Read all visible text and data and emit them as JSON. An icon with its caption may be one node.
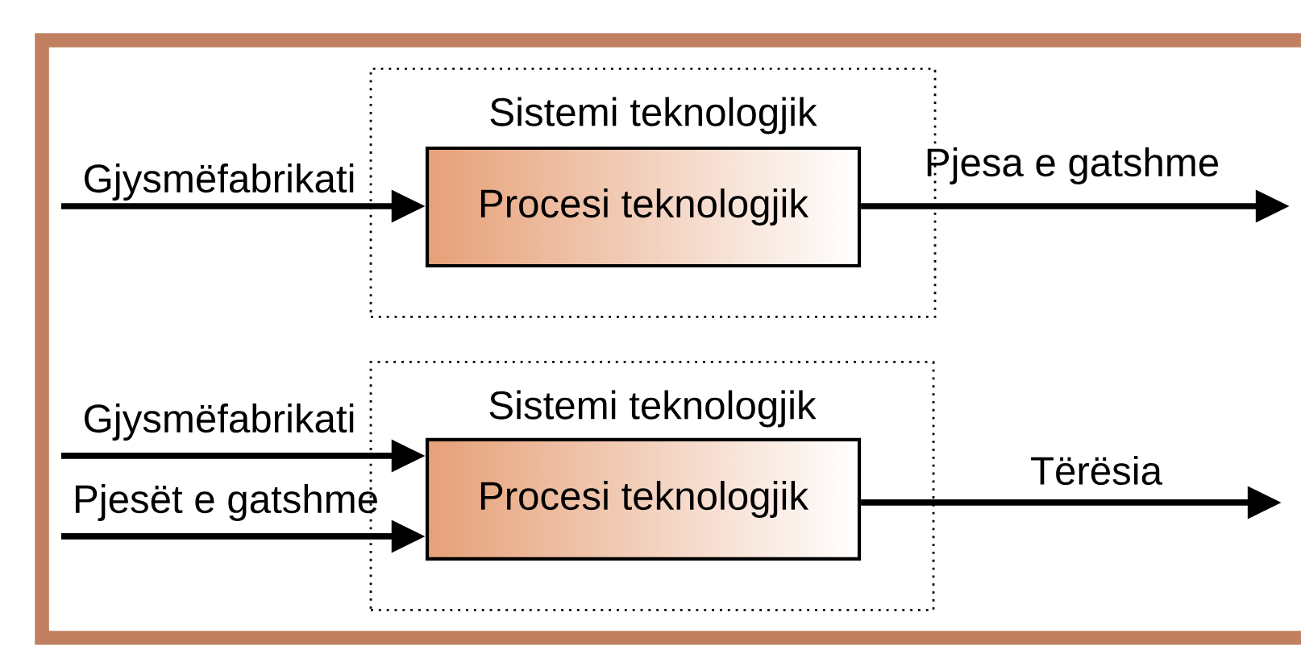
{
  "diagram": {
    "nodes": [
      {
        "text": [
          "Sistemi teknologjik"
        ]
      },
      {
        "text": [
          "Procesi teknologjik"
        ],
        "in": 0
      },
      {
        "text": [
          "Sistemi teknologjik"
        ]
      },
      {
        "text": [
          "Procesi teknologjik"
        ],
        "in": 2
      }
    ],
    "edges": [
      {
        "from": null,
        "to": 1,
        "arrow": "to",
        "label": "Gjysmëfabrikati"
      },
      {
        "from": 1,
        "to": null,
        "arrow": "to",
        "label": "Pjesa e gatshme"
      },
      {
        "from": null,
        "to": 3,
        "arrow": "to",
        "label": "Gjysmëfabrikati"
      },
      {
        "from": null,
        "to": 3,
        "arrow": "to",
        "label": "Pjesët e gatshme"
      },
      {
        "from": 3,
        "to": null,
        "arrow": "to",
        "label": "Tërësia"
      }
    ]
  }
}
